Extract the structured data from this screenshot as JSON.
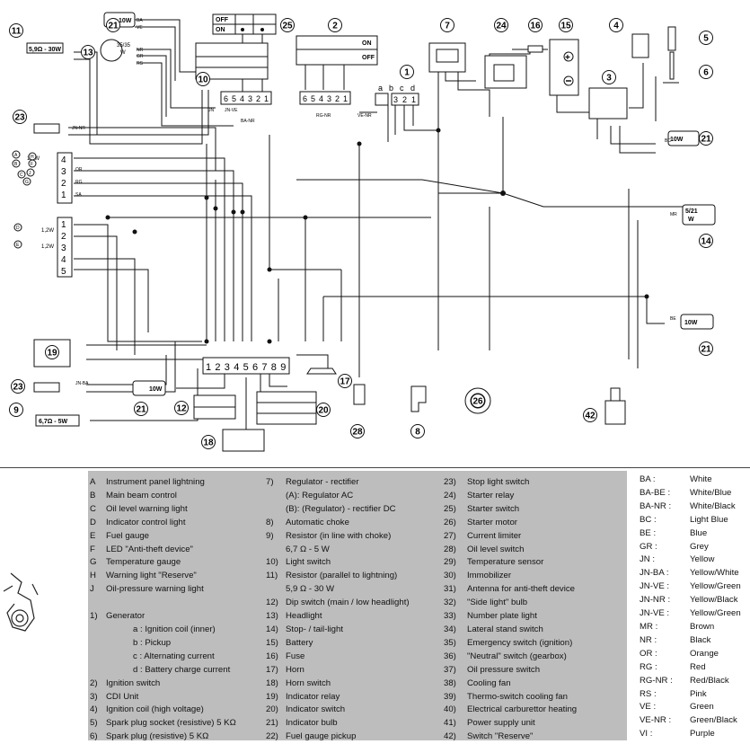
{
  "diagram": {
    "callouts": [
      "1",
      "2",
      "3",
      "4",
      "5",
      "6",
      "7",
      "8",
      "9",
      "10",
      "11",
      "12",
      "13",
      "14",
      "15",
      "16",
      "17",
      "18",
      "19",
      "20",
      "21",
      "21",
      "21",
      "21",
      "23",
      "23",
      "24",
      "25",
      "26",
      "28",
      "42"
    ],
    "letters": {
      "A": "A",
      "B": "B",
      "C": "C",
      "D": "D",
      "E": "E",
      "F": "F",
      "G": "G",
      "H": "H",
      "J": "J"
    },
    "terminals_left_top": [
      "4",
      "3",
      "2",
      "1"
    ],
    "terminals_left_bottom": [
      "1",
      "2",
      "3",
      "4",
      "5"
    ],
    "connector_10_pins": [
      "6",
      "5",
      "4",
      "3",
      "2",
      "1"
    ],
    "connector_2_pins": [
      "6",
      "5",
      "4",
      "3",
      "2",
      "1"
    ],
    "connector_1_labels": [
      "a",
      "b",
      "c",
      "d"
    ],
    "connector_1_pins": [
      "3",
      "2",
      "1"
    ],
    "connector_bottom_pins": [
      "1",
      "2",
      "3",
      "4",
      "5",
      "6",
      "7",
      "8",
      "9"
    ],
    "switch_on": "ON",
    "switch_off": "OFF",
    "bulbs": {
      "b11": "5,9Ω - 30W",
      "b13a": "35/35",
      "b13b": "W",
      "b21": "10W",
      "b9": "6,7Ω - 5W",
      "b14a": "5/21",
      "b14b": "W",
      "w12": "1,2W"
    },
    "wire_codes": [
      "BA",
      "VE",
      "NR",
      "GR",
      "RS",
      "JN",
      "JN-VE",
      "BA-NR",
      "RG-NR",
      "VE-NR",
      "BC",
      "MR",
      "BE",
      "JN-BA",
      "JN-NR",
      "OR",
      "RG",
      "SA"
    ]
  },
  "legend": {
    "col1": [
      {
        "k": "A",
        "t": "Instrument panel lightning"
      },
      {
        "k": "B",
        "t": "Main beam control"
      },
      {
        "k": "C",
        "t": "Oil level warning light"
      },
      {
        "k": "D",
        "t": "Indicator control light"
      },
      {
        "k": "E",
        "t": "Fuel gauge"
      },
      {
        "k": "F",
        "t": "LED  \"Anti-theft device\""
      },
      {
        "k": "G",
        "t": "Temperature gauge"
      },
      {
        "k": "H",
        "t": "Warning light \"Reserve\""
      },
      {
        "k": "J",
        "t": "Oil-pressure warning light"
      },
      {
        "k": "",
        "t": ""
      },
      {
        "k": "1)",
        "t": "Generator"
      },
      {
        "k": "",
        "t": "a : Ignition coil (inner)",
        "i": 1
      },
      {
        "k": "",
        "t": "b : Pickup",
        "i": 1
      },
      {
        "k": "",
        "t": "c : Alternating current",
        "i": 1
      },
      {
        "k": "",
        "t": "d : Battery charge current",
        "i": 1
      },
      {
        "k": "2)",
        "t": "Ignition switch"
      },
      {
        "k": "3)",
        "t": "CDI Unit"
      },
      {
        "k": "4)",
        "t": "Ignition coil (high voltage)"
      },
      {
        "k": "5)",
        "t": "Spark plug socket (resistive) 5 KΩ"
      },
      {
        "k": "6)",
        "t": "Spark plug (resistive) 5 KΩ"
      }
    ],
    "col2": [
      {
        "k": "7)",
        "t": "Regulator - rectifier"
      },
      {
        "k": "",
        "t": "(A): Regulator AC"
      },
      {
        "k": "",
        "t": "(B): (Regulator) - rectifier DC"
      },
      {
        "k": "8)",
        "t": "Automatic choke"
      },
      {
        "k": "9)",
        "t": "Resistor (in line with choke)"
      },
      {
        "k": "",
        "t": "6,7 Ω - 5 W"
      },
      {
        "k": "10)",
        "t": "Light switch"
      },
      {
        "k": "11)",
        "t": "Resistor (parallel to lightning)"
      },
      {
        "k": "",
        "t": "5,9 Ω - 30 W"
      },
      {
        "k": "12)",
        "t": "Dip switch (main / low headlight)"
      },
      {
        "k": "13)",
        "t": "Headlight"
      },
      {
        "k": "14)",
        "t": "Stop- / tail-light"
      },
      {
        "k": "15)",
        "t": "Battery"
      },
      {
        "k": "16)",
        "t": "Fuse"
      },
      {
        "k": "17)",
        "t": "Horn"
      },
      {
        "k": "18)",
        "t": "Horn switch"
      },
      {
        "k": "19)",
        "t": "Indicator relay"
      },
      {
        "k": "20)",
        "t": "Indicator switch"
      },
      {
        "k": "21)",
        "t": "Indicator bulb"
      },
      {
        "k": "22)",
        "t": "Fuel gauge pickup"
      }
    ],
    "col3": [
      {
        "k": "23)",
        "t": "Stop light switch"
      },
      {
        "k": "24)",
        "t": "Starter relay"
      },
      {
        "k": "25)",
        "t": "Starter switch"
      },
      {
        "k": "26)",
        "t": "Starter motor"
      },
      {
        "k": "27)",
        "t": "Current limiter"
      },
      {
        "k": "28)",
        "t": "Oil level switch"
      },
      {
        "k": "29)",
        "t": "Temperature sensor"
      },
      {
        "k": "30)",
        "t": "Immobilizer"
      },
      {
        "k": "31)",
        "t": "Antenna for anti-theft device"
      },
      {
        "k": "32)",
        "t": "\"Side light\" bulb"
      },
      {
        "k": "33)",
        "t": "Number plate light"
      },
      {
        "k": "34)",
        "t": "Lateral stand switch"
      },
      {
        "k": "35)",
        "t": "Emergency switch (ignition)"
      },
      {
        "k": "36)",
        "t": "\"Neutral\" switch (gearbox)"
      },
      {
        "k": "37)",
        "t": "Oil pressure switch"
      },
      {
        "k": "38)",
        "t": "Cooling fan"
      },
      {
        "k": "39)",
        "t": "Thermo-switch cooling fan"
      },
      {
        "k": "40)",
        "t": "Electrical carburettor heating"
      },
      {
        "k": "41)",
        "t": "Power supply unit"
      },
      {
        "k": "42)",
        "t": "Switch \"Reserve\""
      }
    ]
  },
  "colors": [
    {
      "code": "BA :",
      "name": "White"
    },
    {
      "code": "BA-BE :",
      "name": "White/Blue"
    },
    {
      "code": "BA-NR :",
      "name": "White/Black"
    },
    {
      "code": "BC :",
      "name": "Light Blue"
    },
    {
      "code": "BE :",
      "name": "Blue"
    },
    {
      "code": "GR :",
      "name": "Grey"
    },
    {
      "code": "JN :",
      "name": "Yellow"
    },
    {
      "code": "JN-BA :",
      "name": "Yellow/White"
    },
    {
      "code": "JN-VE :",
      "name": "Yellow/Green"
    },
    {
      "code": "JN-NR :",
      "name": "Yellow/Black"
    },
    {
      "code": "JN-VE :",
      "name": "Yellow/Green"
    },
    {
      "code": "MR :",
      "name": "Brown"
    },
    {
      "code": "NR :",
      "name": "Black"
    },
    {
      "code": "OR :",
      "name": "Orange"
    },
    {
      "code": "RG :",
      "name": "Red"
    },
    {
      "code": "RG-NR :",
      "name": "Red/Black"
    },
    {
      "code": "RS :",
      "name": "Pink"
    },
    {
      "code": "VE :",
      "name": "Green"
    },
    {
      "code": "VE-NR :",
      "name": "Green/Black"
    },
    {
      "code": "VI :",
      "name": "Purple"
    }
  ]
}
